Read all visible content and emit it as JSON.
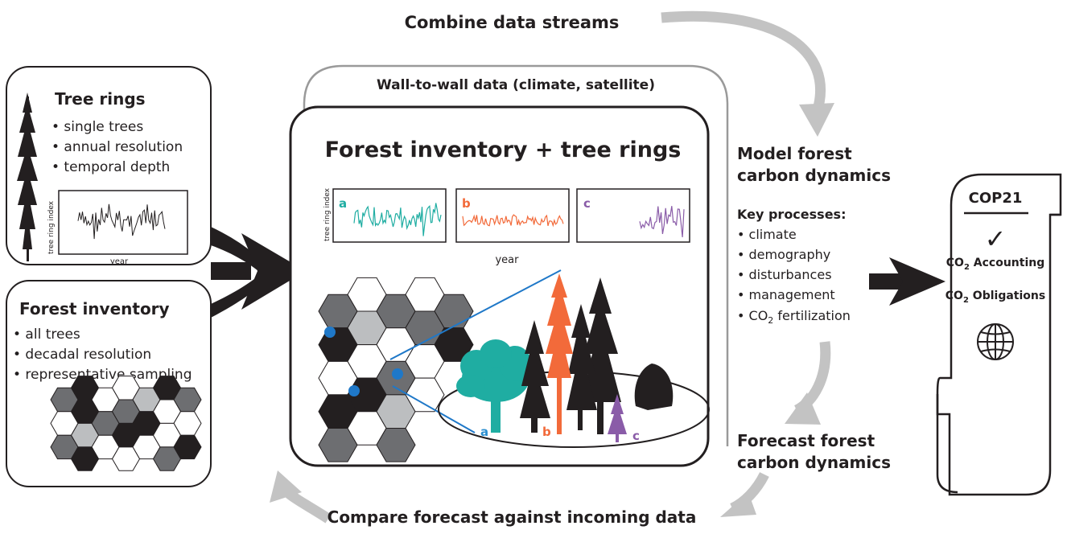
{
  "flow": {
    "combine": "Combine data streams",
    "model_line1": "Model forest",
    "model_line2": "carbon dynamics",
    "key_processes_title": "Key processes:",
    "key_processes": [
      "• climate",
      "• demography",
      "• disturbances",
      "• management"
    ],
    "co2_fert_prefix": "• CO",
    "co2_fert_sub": "2",
    "co2_fert_suffix": " fertilization",
    "forecast_line1": "Forecast forest",
    "forecast_line2": "carbon dynamics",
    "compare": "Compare forecast against incoming data"
  },
  "tree_rings_box": {
    "title": "Tree rings",
    "bullets": [
      "• single trees",
      "• annual resolution",
      "• temporal depth"
    ],
    "ylabel": "tree ring index",
    "xlabel": "year"
  },
  "forest_inventory_box": {
    "title": "Forest inventory",
    "bullets": [
      "• all trees",
      "• decadal resolution",
      "• representative sampling"
    ]
  },
  "wall_to_wall": "Wall-to-wall data (climate, satellite)",
  "center": {
    "title": "Forest inventory + tree rings",
    "ylabel": "tree ring index",
    "xlabel": "year",
    "panels": [
      {
        "label": "a",
        "color": "#1fada2"
      },
      {
        "label": "b",
        "color": "#f26a3a"
      },
      {
        "label": "c",
        "color": "#8a5ca8"
      }
    ],
    "tree_labels": [
      {
        "label": "a",
        "color": "#2b8fd0"
      },
      {
        "label": "b",
        "color": "#f26a3a"
      },
      {
        "label": "c",
        "color": "#8a5ca8"
      }
    ]
  },
  "cop": {
    "title": "COP21",
    "check": "✓",
    "accounting_prefix": "CO",
    "accounting_sub": "2",
    "accounting_suffix": " Accounting",
    "obligations_prefix": "CO",
    "obligations_sub": "2",
    "obligations_suffix": " Obligations"
  },
  "colors": {
    "arrow_gray": "#c3c3c3",
    "black": "#231f20",
    "blue_dot": "#1f78c8",
    "teal": "#1fada2",
    "orange": "#f26a3a",
    "purple": "#8a5ca8"
  }
}
